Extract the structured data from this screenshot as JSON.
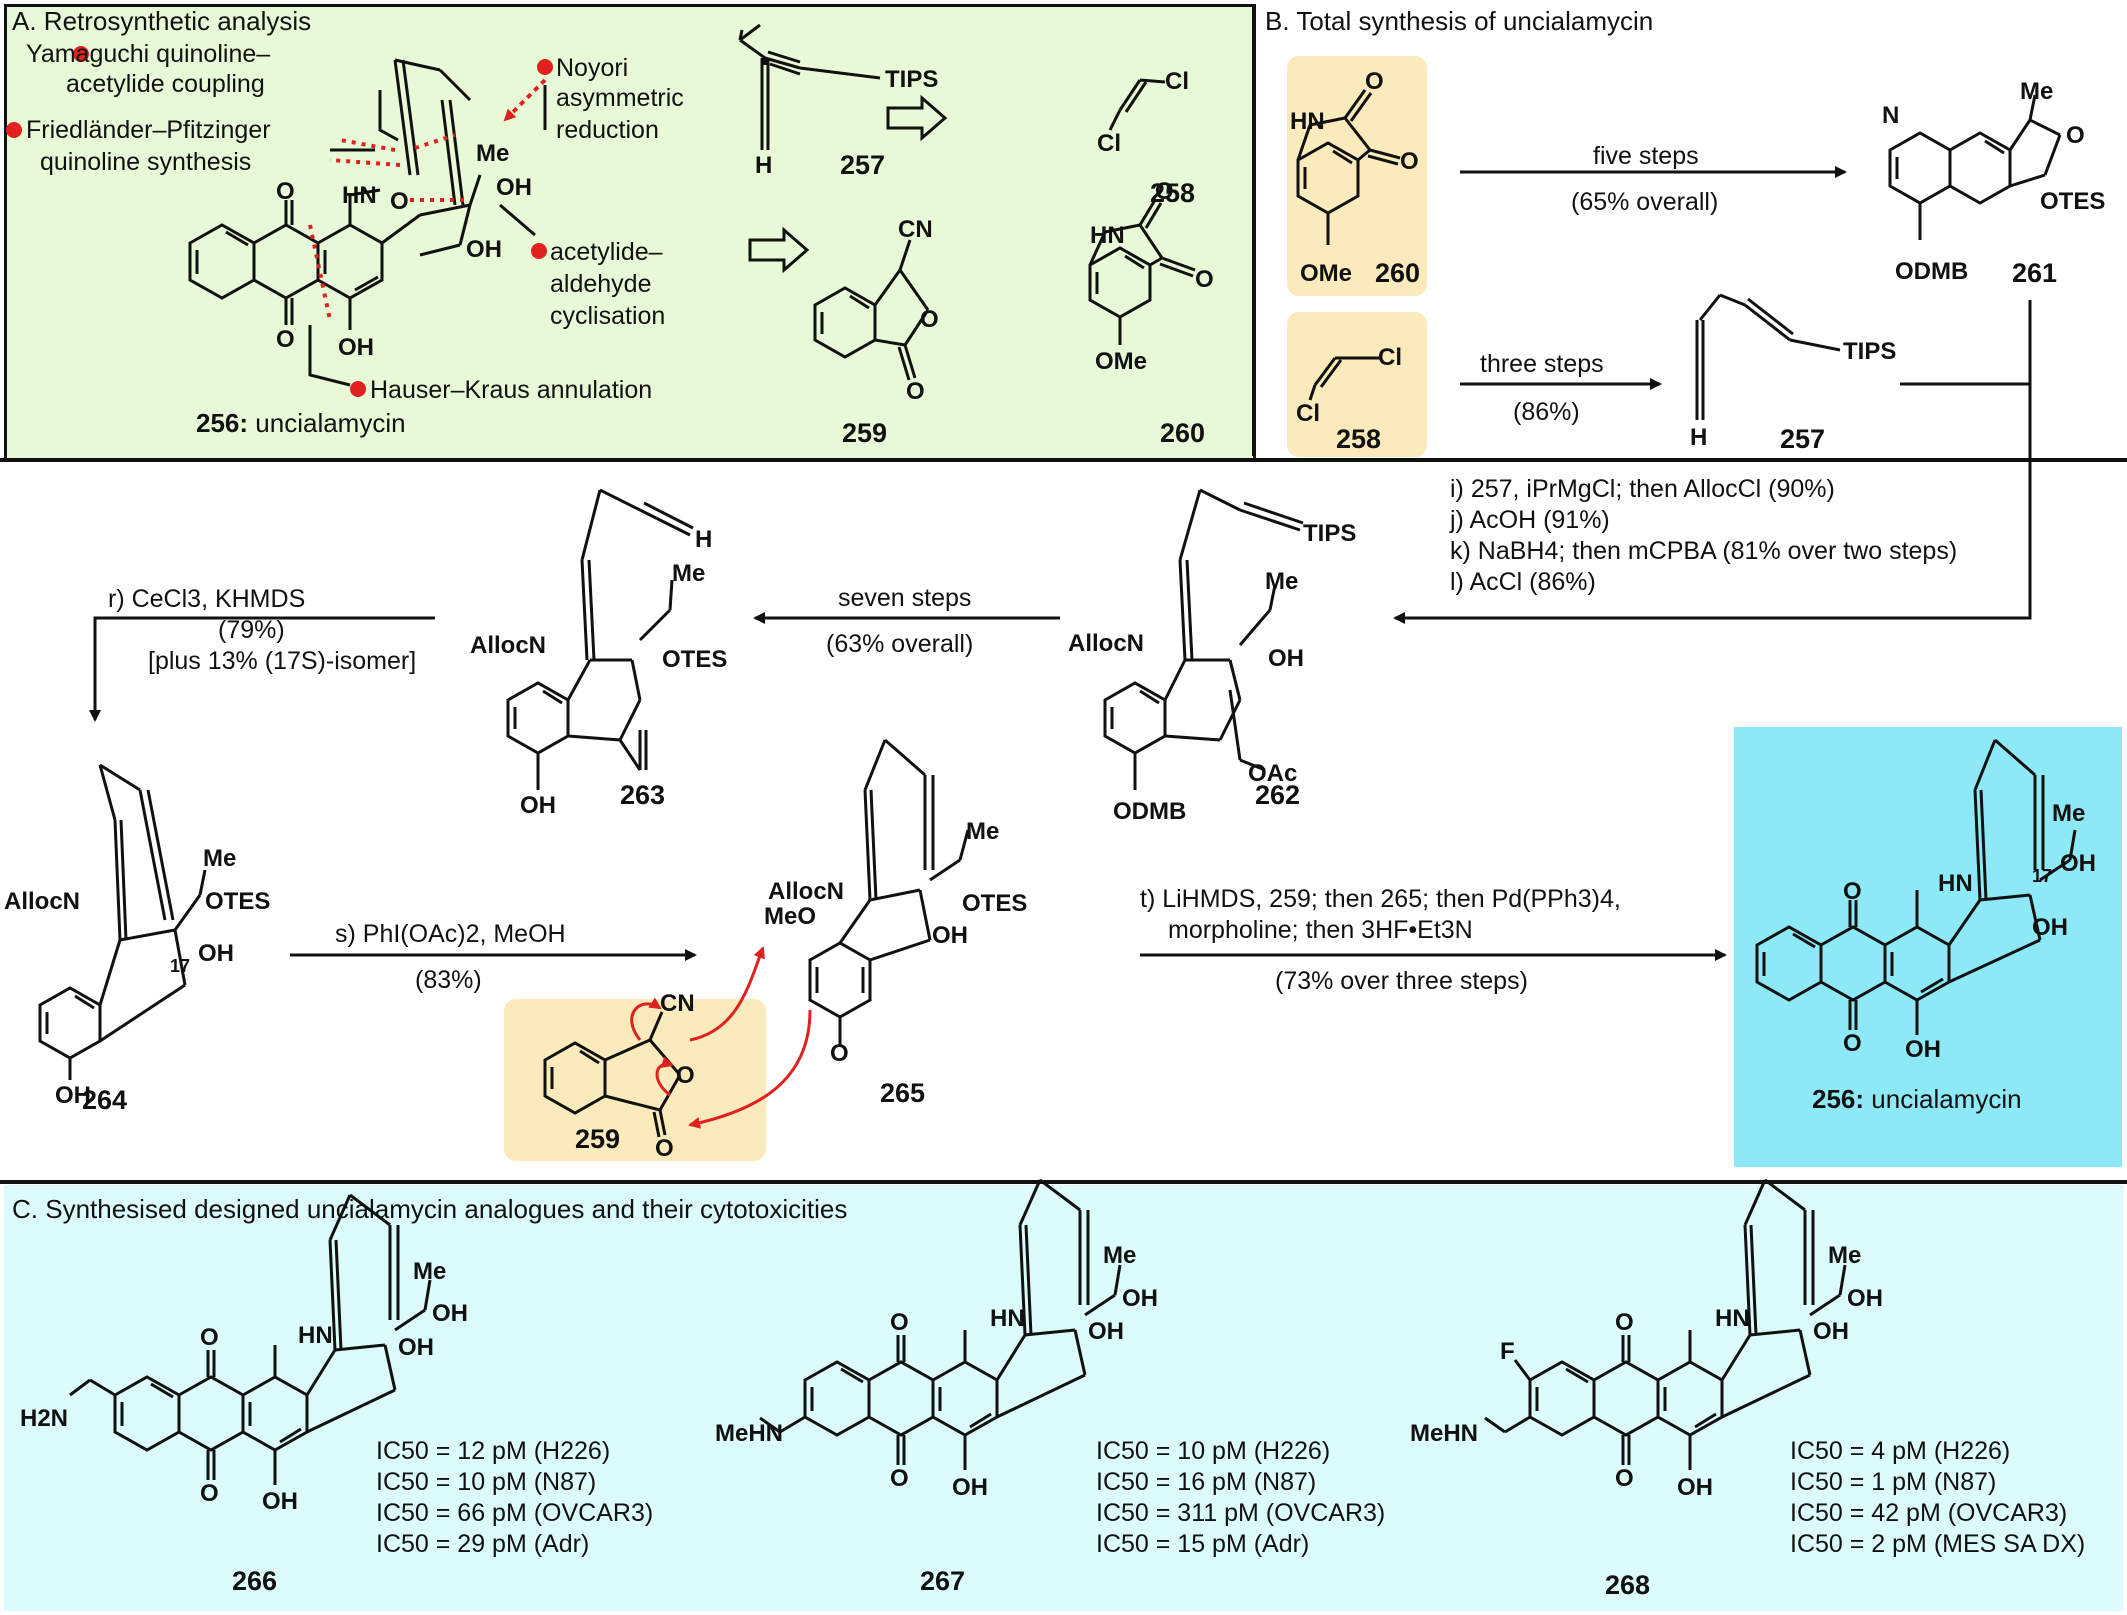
{
  "panel_a": {
    "title": "A. Retrosynthetic analysis",
    "labels": {
      "yamaguchi_1": "Yamaguchi quinoline–",
      "yamaguchi_2": "acetylide coupling",
      "noyori_1": "Noyori",
      "noyori_2": "asymmetric",
      "noyori_3": "reduction",
      "friedlander_1": "Friedländer–Pfitzinger",
      "friedlander_2": "quinoline synthesis",
      "acetylide_1": "acetylide–",
      "acetylide_2": "aldehyde",
      "acetylide_3": "cyclisation",
      "hauser": "Hauser–Kraus annulation"
    },
    "target_label_num": "256:",
    "target_label_name": "uncialamycin",
    "compounds": [
      "257",
      "258",
      "259",
      "260"
    ]
  },
  "panel_b": {
    "title": "B. Total synthesis of uncialamycin",
    "step_260_261": {
      "top": "five steps",
      "bottom": "(65% overall)"
    },
    "step_258_257": {
      "top": "three steps",
      "bottom": "(86%)"
    },
    "conditions_ijkl": [
      "i) 257, iPrMgCl; then AllocCl (90%)",
      "j) AcOH (91%)",
      "k) NaBH4; then mCPBA (81% over two steps)",
      "l) AcCl (86%)"
    ],
    "step_262_263": {
      "top": "seven steps",
      "bottom": "(63% overall)"
    },
    "step_r": [
      "r) CeCl3, KHMDS",
      "(79%)",
      "[plus 13% (17S)-isomer]"
    ],
    "step_s": {
      "top": "s) PhI(OAc)2, MeOH",
      "bottom": "(83%)"
    },
    "step_t": [
      "t) LiHMDS, 259; then 265; then Pd(PPh3)4,",
      "morpholine; then 3HF•Et3N",
      "(73% over three steps)"
    ],
    "compounds": [
      "260",
      "261",
      "258",
      "257",
      "262",
      "263",
      "264",
      "265",
      "259"
    ],
    "product_num": "256:",
    "product_name": "uncialamycin"
  },
  "panel_c": {
    "title": "C. Synthesised designed uncialamycin analogues and their cytotoxicities",
    "analogues": [
      {
        "id": "266",
        "ic50": [
          "IC50 = 12 pM (H226)",
          "IC50 = 10 pM (N87)",
          "IC50 = 66 pM (OVCAR3)",
          "IC50 = 29 pM (Adr)"
        ]
      },
      {
        "id": "267",
        "ic50": [
          "IC50 = 10 pM (H226)",
          "IC50 = 16 pM (N87)",
          "IC50 = 311 pM (OVCAR3)",
          "IC50 = 15 pM (Adr)"
        ]
      },
      {
        "id": "268",
        "ic50": [
          "IC50 = 4 pM (H226)",
          "IC50 = 1 pM (N87)",
          "IC50 = 42 pM (OVCAR3)",
          "IC50 = 2 pM (MES SA DX)"
        ]
      }
    ]
  },
  "atoms": {
    "tips": "TIPS",
    "h": "H",
    "cl": "Cl",
    "cn": "CN",
    "o": "O",
    "hn": "HN",
    "nh": "N",
    "me": "Me",
    "oh": "OH",
    "ome": "OMe",
    "otes": "OTES",
    "odmb": "ODMB",
    "alloc": "AllocN",
    "oac": "OAc",
    "meo": "MeO",
    "c17": "17",
    "h2n": "H2N",
    "mehn": "MeHN",
    "f": "F"
  }
}
